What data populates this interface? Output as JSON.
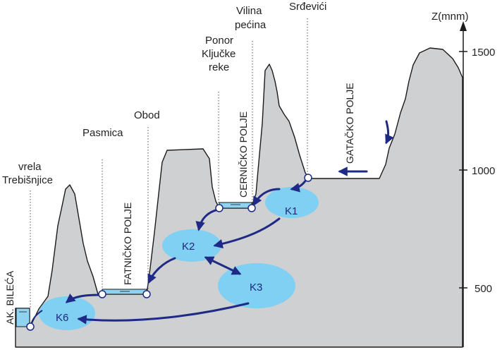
{
  "axis": {
    "label": "Z(mnm)",
    "ticks": [
      "1500",
      "1000",
      "500"
    ]
  },
  "locations": {
    "vrela_line1": "vrela",
    "vrela_line2": "Trebišnjice",
    "pasmica": "Pasmica",
    "obod": "Obod",
    "ponor_line1": "Ponor",
    "ponor_line2": "Ključke",
    "ponor_line3": "reke",
    "vilina_line1": "Vilina",
    "vilina_line2": "pećina",
    "srdjevici": "Srđevići"
  },
  "poljes": {
    "bileca": "AK. BILEĆA",
    "fatnicko": "FATNIČKO POLJE",
    "cernicko": "CERNIČKO POLJE",
    "gatacko": "GATAČKO POLJE"
  },
  "karst_zones": [
    "K1",
    "K2",
    "K3",
    "K6"
  ],
  "colors": {
    "rock": "#cfd0d2",
    "outline": "#1b1b1b",
    "water": "#8fd3f0",
    "karst": "#7fd0f3",
    "arrow": "#1f2a86"
  }
}
